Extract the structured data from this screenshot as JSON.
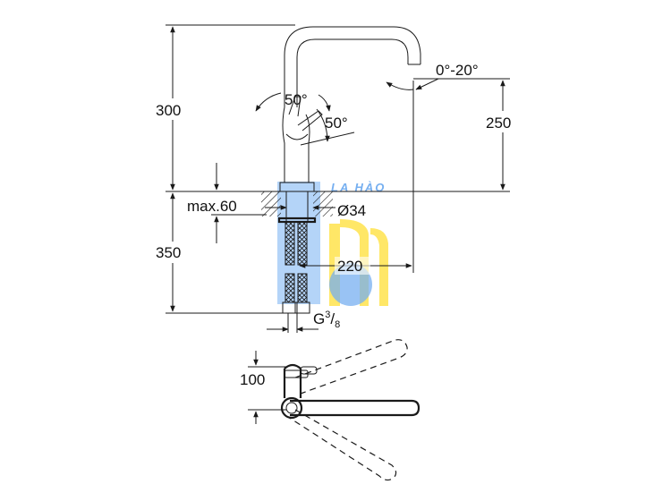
{
  "dimensions": {
    "height_total": "300",
    "height_below": "350",
    "spout_height": "250",
    "spout_swivel": "0°-20°",
    "lever_angle_top": "50°",
    "lever_angle_side": "50°",
    "max_thickness": "max.60",
    "hole_diameter": "Ø34",
    "reach": "220",
    "thread_main": "G",
    "thread_sup": "3",
    "thread_sub": "8",
    "plan_depth": "100"
  },
  "watermark": {
    "text": "LA HÀO",
    "color_yellow": "#ffe34d",
    "color_blue": "#5fa2ee"
  }
}
